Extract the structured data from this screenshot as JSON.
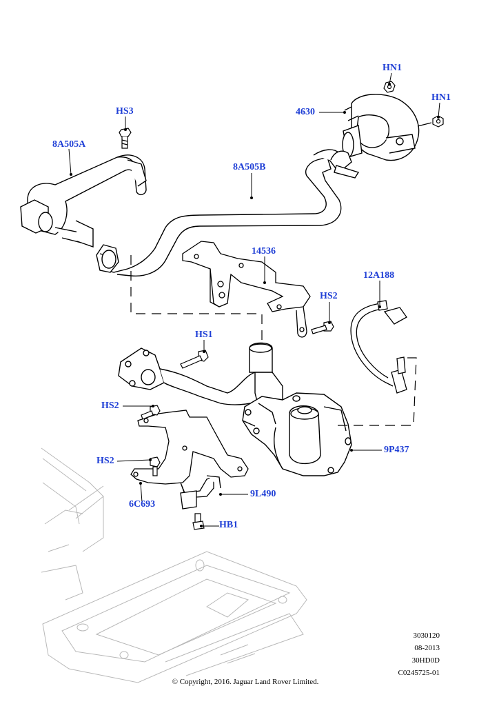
{
  "colors": {
    "callout": "#1f3fd6",
    "line": "#000000",
    "ghost": "#b8b8b8"
  },
  "callouts": {
    "hn1_top": "HN1",
    "hn1_right": "HN1",
    "p4630": "4630",
    "hs3": "HS3",
    "p8a505a": "8A505A",
    "p8a505b": "8A505B",
    "p14536": "14536",
    "p12a188": "12A188",
    "hs2_right": "HS2",
    "hs1": "HS1",
    "hs2_left_upper": "HS2",
    "hs2_left_lower": "HS2",
    "p9p437": "9P437",
    "p9l490": "9L490",
    "p6c693": "6C693",
    "hb1": "HB1"
  },
  "references": [
    "3030120",
    "08-2013",
    "30HD0D",
    "C0245725-01"
  ],
  "copyright": "© Copyright, 2016. Jaguar Land Rover Limited."
}
